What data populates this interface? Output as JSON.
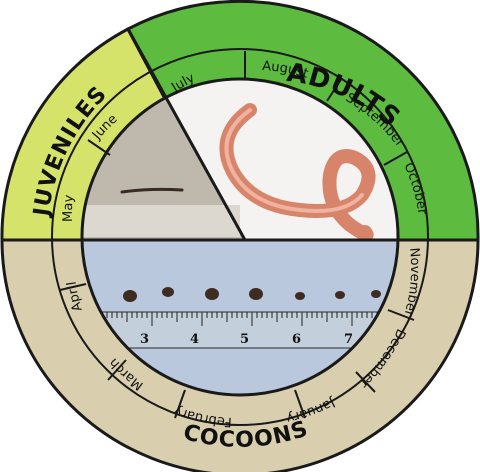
{
  "stages": {
    "adults": "ADULTS",
    "juveniles": "JUVENILES",
    "cocoons": "COCOONS"
  },
  "months": {
    "adults": [
      "July",
      "August",
      "September",
      "October"
    ],
    "juveniles": [
      "May",
      "June"
    ],
    "cocoons": [
      "November",
      "December",
      "January",
      "February",
      "March",
      "April"
    ]
  },
  "ruler_numbers": [
    "3",
    "4",
    "5",
    "6",
    "7"
  ],
  "colors": {
    "adults": "#5dbb3f",
    "juveniles": "#d6e36b",
    "cocoons": "#d9cfae",
    "border": "#1a1a1a",
    "cocoon_photo_bg": "#b9c8dc",
    "worm": "#d8846a"
  }
}
